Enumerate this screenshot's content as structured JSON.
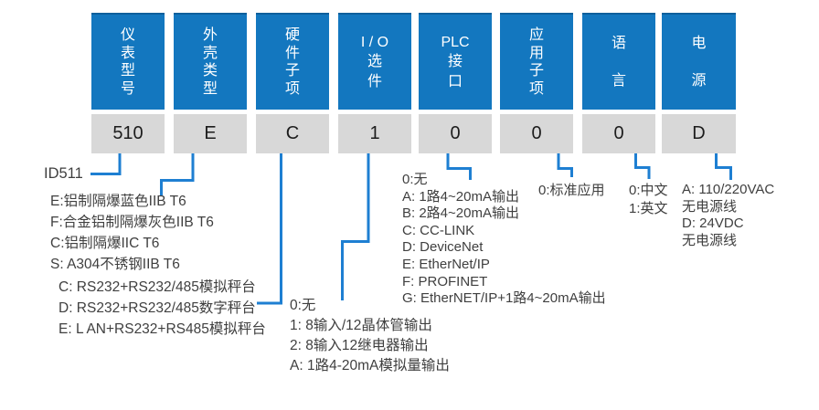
{
  "code_builder": {
    "prefix_label": "ID511",
    "columns": [
      {
        "label": "仪表型号",
        "label_lines": [
          "仪",
          "表",
          "型",
          "号"
        ],
        "code": "510"
      },
      {
        "label": "外壳类型",
        "label_lines": [
          "外",
          "壳",
          "类",
          "型"
        ],
        "code": "E"
      },
      {
        "label": "硬件子项",
        "label_lines": [
          "硬",
          "件",
          "子",
          "项"
        ],
        "code": "C"
      },
      {
        "label": "I/O选件",
        "label_lines": [
          "I / O",
          "选",
          "件"
        ],
        "code": "1"
      },
      {
        "label": "PLC接口",
        "label_lines": [
          "PLC",
          "接",
          "口"
        ],
        "code": "0"
      },
      {
        "label": "应用子项",
        "label_lines": [
          "应",
          "用",
          "子",
          "项"
        ],
        "code": "0"
      },
      {
        "label": "语言",
        "label_lines": [
          "语",
          "言"
        ],
        "code": "0"
      },
      {
        "label": "电源",
        "label_lines": [
          "电",
          "源"
        ],
        "code": "D"
      }
    ]
  },
  "options": {
    "enclosure": [
      "E:铝制隔爆蓝色IIB T6",
      "F:合金铝制隔爆灰色IIB T6",
      "C:铝制隔爆IIC T6",
      "S: A304不锈钢IIB T6"
    ],
    "hardware": [
      "C: RS232+RS232/485模拟秤台",
      "D: RS232+RS232/485数字秤台",
      "E: L AN+RS232+RS485模拟秤台"
    ],
    "io": [
      "0:无",
      "1: 8输入/12晶体管输出",
      "2: 8输入12继电器输出",
      "A: 1路4-20mA模拟量输出"
    ],
    "plc": [
      "0:无",
      "A: 1路4~20mA输出",
      "B: 2路4~20mA输出",
      "C: CC-LINK",
      "D: DeviceNet",
      "E: EtherNet/IP",
      "F: PROFINET",
      "G: EtherNET/IP+1路4~20mA输出"
    ],
    "application": [
      "0:标准应用"
    ],
    "language": [
      "0:中文",
      "1:英文"
    ],
    "power": [
      "A: 110/220VAC",
      "无电源线",
      "D: 24VDC",
      "无电源线"
    ]
  },
  "colors": {
    "header_blue": "#1377bf",
    "header_border_blue": "#0e609c",
    "connector_blue": "#1e7fd2",
    "code_box_gray": "#d8d8d8",
    "code_text": "#1c1c1c",
    "annotation_text": "#3f3f3f",
    "header_text": "#ffffff"
  }
}
